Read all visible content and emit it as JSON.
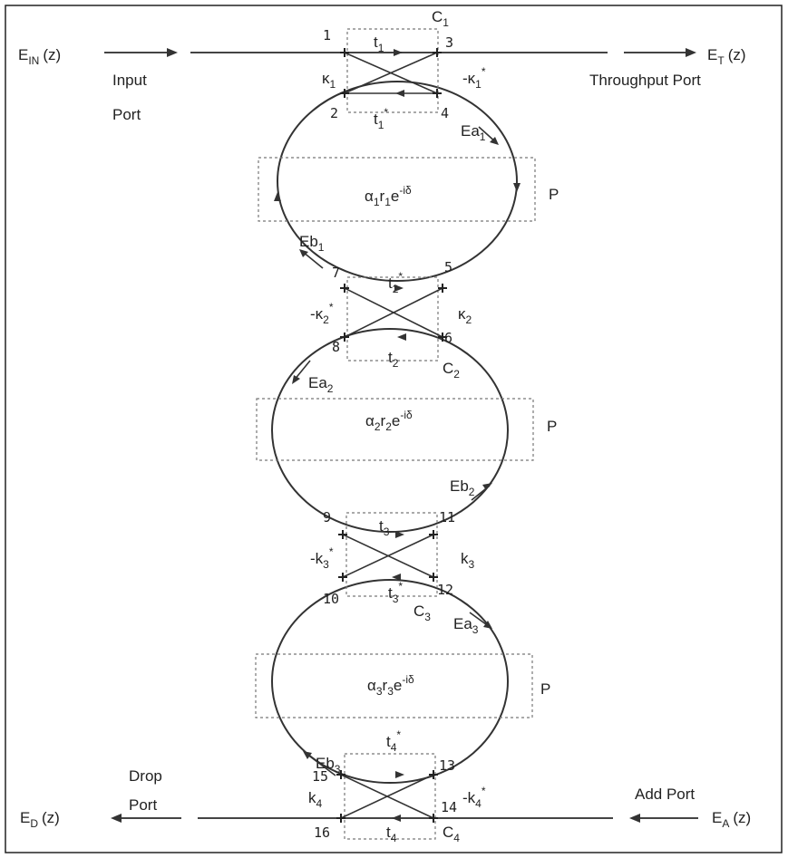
{
  "ports": {
    "input_field": "E",
    "input_sub": "IN",
    "input_z": "(z)",
    "input_label_1": "Input",
    "input_label_2": "Port",
    "through_field": "E",
    "through_sub": "T",
    "through_z": "(z)",
    "through_label": "Throughput Port",
    "drop_field": "E",
    "drop_sub": "D",
    "drop_z": "(z)",
    "drop_label_1": "Drop",
    "drop_label_2": "Port",
    "add_field": "E",
    "add_sub": "A",
    "add_z": "(z)",
    "add_label": "Add Port"
  },
  "couplers": [
    {
      "name": "C",
      "sub": "1",
      "t": "t",
      "t_sub": "1",
      "t_star": "t",
      "t_star_sub": "1",
      "t_star_sup": "*",
      "k_left": "κ",
      "k_left_sub": "1",
      "k_left_sup": "",
      "k_right": "-κ",
      "k_right_sub": "1",
      "k_right_sup": "*",
      "nodes": [
        "1",
        "2",
        "3",
        "4"
      ]
    },
    {
      "name": "C",
      "sub": "2",
      "t": "t",
      "t_sub": "2",
      "t_star": "t",
      "t_star_sub": "2",
      "t_star_sup": "*",
      "k_left": "-κ",
      "k_left_sub": "2",
      "k_left_sup": "*",
      "k_right": "κ",
      "k_right_sub": "2",
      "k_right_sup": "",
      "nodes": [
        "5",
        "6",
        "7",
        "8"
      ]
    },
    {
      "name": "C",
      "sub": "3",
      "t": "t",
      "t_sub": "3",
      "t_star": "t",
      "t_star_sub": "3",
      "t_star_sup": "*",
      "k_left": "-k",
      "k_left_sub": "3",
      "k_left_sup": "*",
      "k_right": "k",
      "k_right_sub": "3",
      "k_right_sup": "",
      "nodes": [
        "9",
        "10",
        "11",
        "12"
      ]
    },
    {
      "name": "C",
      "sub": "4",
      "t": "t",
      "t_sub": "4",
      "t_star": "t",
      "t_star_sub": "4",
      "t_star_sup": "*",
      "k_left": "k",
      "k_left_sub": "4",
      "k_left_sup": "",
      "k_right": "-k",
      "k_right_sub": "4",
      "k_right_sup": "*",
      "nodes": [
        "13",
        "14",
        "15",
        "16"
      ]
    }
  ],
  "rings": [
    {
      "factor": "α",
      "factor_sub": "1",
      "r": "r",
      "r_sub": "1",
      "exp": "e",
      "exp_sup": "-iδ",
      "box_label": "P",
      "ea": "Ea",
      "ea_sub": "1",
      "eb": "Eb",
      "eb_sub": "1"
    },
    {
      "factor": "α",
      "factor_sub": "2",
      "r": "r",
      "r_sub": "2",
      "exp": "e",
      "exp_sup": "-iδ",
      "box_label": "P",
      "ea": "Ea",
      "ea_sub": "2",
      "eb": "Eb",
      "eb_sub": "2"
    },
    {
      "factor": "α",
      "factor_sub": "3",
      "r": "r",
      "r_sub": "3",
      "exp": "e",
      "exp_sup": "-iδ",
      "box_label": "P",
      "ea": "Ea",
      "ea_sub": "3",
      "eb": "Eb",
      "eb_sub": "3"
    }
  ],
  "colors": {
    "line": "#333333",
    "dash": "#777777",
    "frame": "#222222",
    "background": "#ffffff"
  }
}
